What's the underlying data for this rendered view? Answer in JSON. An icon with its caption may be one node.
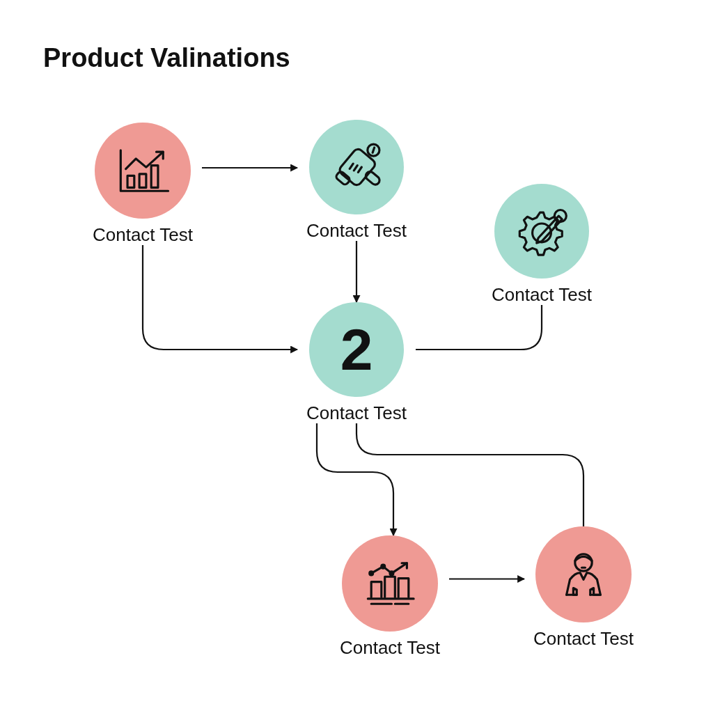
{
  "diagram": {
    "title": "Product Valinations",
    "nodes": [
      {
        "text": [
          "Contact Test"
        ]
      },
      {
        "text": [
          "Contact Test"
        ]
      },
      {
        "text": [
          "Contact Test"
        ]
      },
      {
        "text": [
          "2",
          "Contact Test"
        ]
      },
      {
        "text": [
          "Contact Test"
        ]
      },
      {
        "text": [
          "Contact Test"
        ]
      }
    ],
    "edges": [
      {
        "from": 0,
        "to": 1,
        "arrow": "to"
      },
      {
        "from": 1,
        "to": 3,
        "arrow": "to"
      },
      {
        "from": 0,
        "to": 3,
        "arrow": "to"
      },
      {
        "from": 3,
        "to": 2,
        "arrow": "none"
      },
      {
        "from": 3,
        "to": 4,
        "arrow": "to"
      },
      {
        "from": 3,
        "to": 5,
        "arrow": "none"
      },
      {
        "from": 4,
        "to": 5,
        "arrow": "to"
      }
    ]
  }
}
